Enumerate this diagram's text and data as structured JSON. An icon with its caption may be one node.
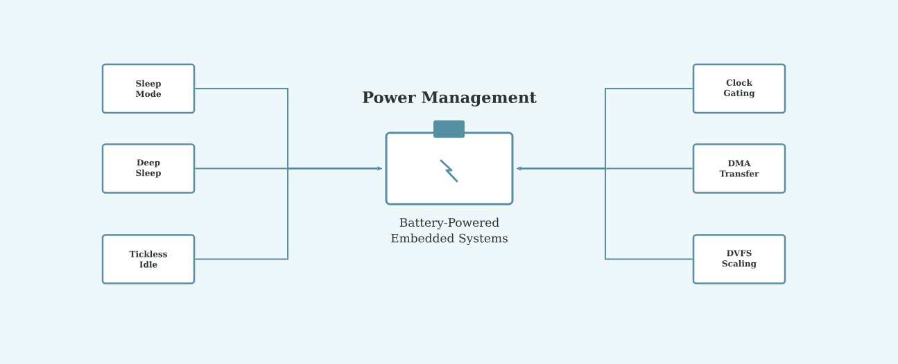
{
  "diagram": {
    "title": "Power Management",
    "nodes": [
      {
        "text": [
          "Sleep Mode"
        ]
      },
      {
        "text": [
          "Deep Sleep"
        ]
      },
      {
        "text": [
          "Tickless Idle"
        ]
      },
      {
        "text": [],
        "shape": "battery",
        "beside": [
          "Battery-Powered Embedded Systems"
        ]
      },
      {
        "text": [
          "Clock Gating"
        ]
      },
      {
        "text": [
          "DMA Transfer"
        ]
      },
      {
        "text": [
          "DVFS Scaling"
        ]
      }
    ],
    "edges": [
      {
        "from": 0,
        "to": 3,
        "arrow": "to"
      },
      {
        "from": 1,
        "to": 3,
        "arrow": "to"
      },
      {
        "from": 2,
        "to": 3,
        "arrow": "to"
      },
      {
        "from": 4,
        "to": 3,
        "arrow": "to"
      },
      {
        "from": 5,
        "to": 3,
        "arrow": "to"
      },
      {
        "from": 6,
        "to": 3,
        "arrow": "to"
      }
    ]
  }
}
